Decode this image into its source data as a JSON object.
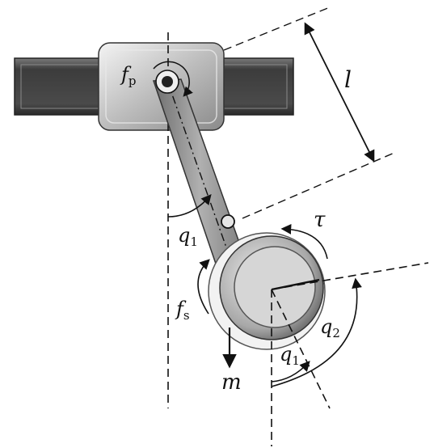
{
  "labels": {
    "fp": "f",
    "fp_sub": "p",
    "l": "l",
    "q1_upper": "q",
    "q1_upper_sub": "1",
    "tau": "τ",
    "fs": "f",
    "fs_sub": "s",
    "q2": "q",
    "q2_sub": "2",
    "m": "m",
    "q1_lower": "q",
    "q1_lower_sub": "1"
  },
  "colors": {
    "bar": "#4a4a4a",
    "cart": "#b5b5b5",
    "link": "#8c8c8c",
    "wheel_outer": "#9a9a9a",
    "wheel_inner": "#d9d9d9",
    "line": "#111111"
  }
}
